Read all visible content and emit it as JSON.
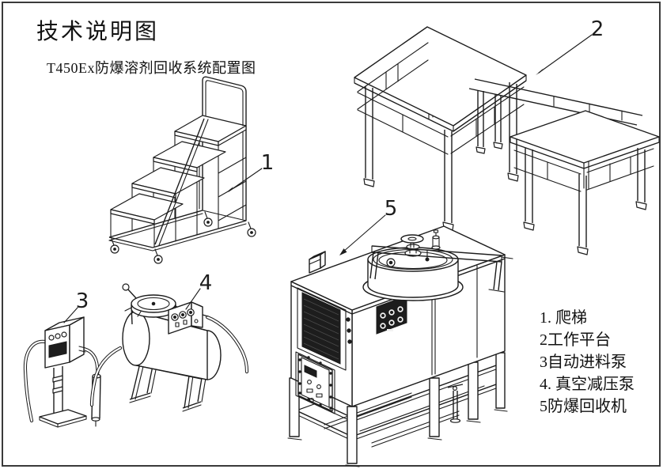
{
  "page": {
    "title": "技术说明图",
    "subtitle": "T450Ex防爆溶剂回收系统配置图"
  },
  "callouts": {
    "c1": "1",
    "c2": "2",
    "c3": "3",
    "c4": "4",
    "c5": "5"
  },
  "legend": {
    "items": [
      {
        "text": "1. 爬梯"
      },
      {
        "text": "2工作平台"
      },
      {
        "text": "3自动进料泵"
      },
      {
        "text": "4. 真空减压泵"
      },
      {
        "text": "5防爆回收机"
      }
    ]
  },
  "figures": [
    {
      "num": "1",
      "name": "爬梯"
    },
    {
      "num": "2",
      "name": "工作平台"
    },
    {
      "num": "3",
      "name": "自动进料泵"
    },
    {
      "num": "4",
      "name": "真空减压泵"
    },
    {
      "num": "5",
      "name": "防爆回收机"
    }
  ],
  "colors": {
    "line": "#1c1c1c",
    "background": "#ffffff"
  }
}
